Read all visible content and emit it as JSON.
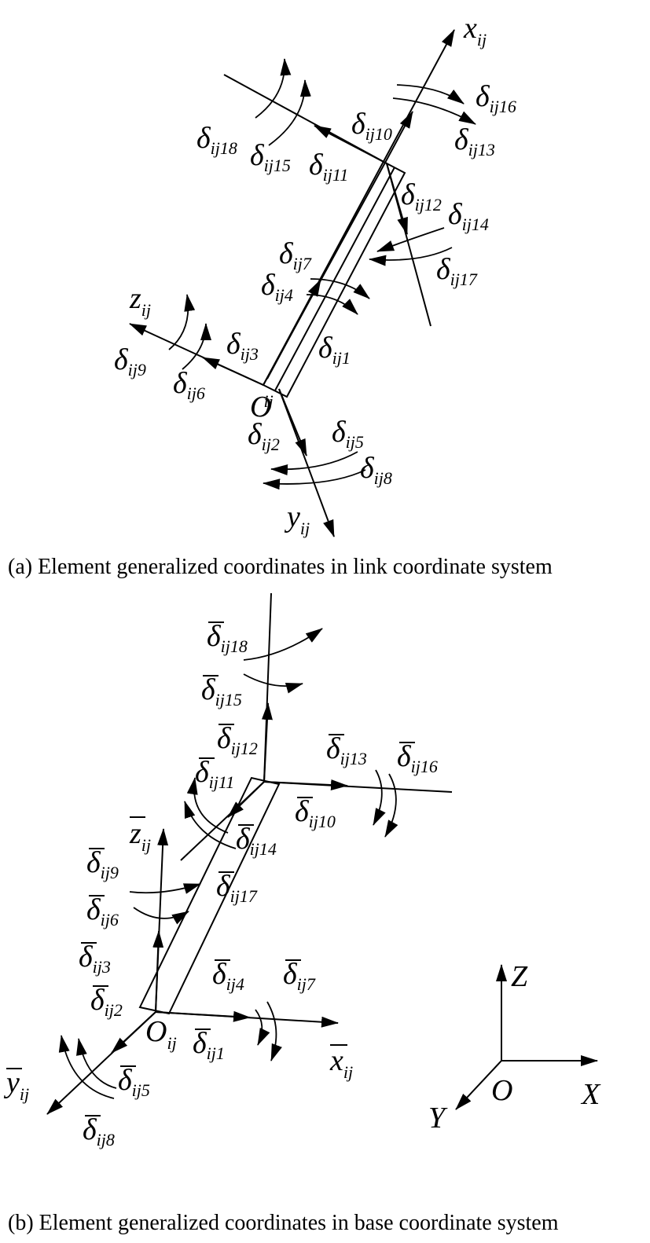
{
  "captions": {
    "a": "(a) Element generalized coordinates in link coordinate system",
    "b": "(b) Element generalized coordinates in base coordinate system"
  },
  "symbols": {
    "delta": "δ",
    "axis_x": "x",
    "axis_y": "y",
    "axis_z": "z",
    "origin": "O",
    "sub_ij": "ij"
  },
  "dof_indices": [
    "1",
    "2",
    "3",
    "4",
    "5",
    "6",
    "7",
    "8",
    "9",
    "10",
    "11",
    "12",
    "13",
    "14",
    "15",
    "16",
    "17",
    "18"
  ],
  "global_axes": {
    "X": "X",
    "Y": "Y",
    "Z": "Z",
    "O": "O"
  }
}
